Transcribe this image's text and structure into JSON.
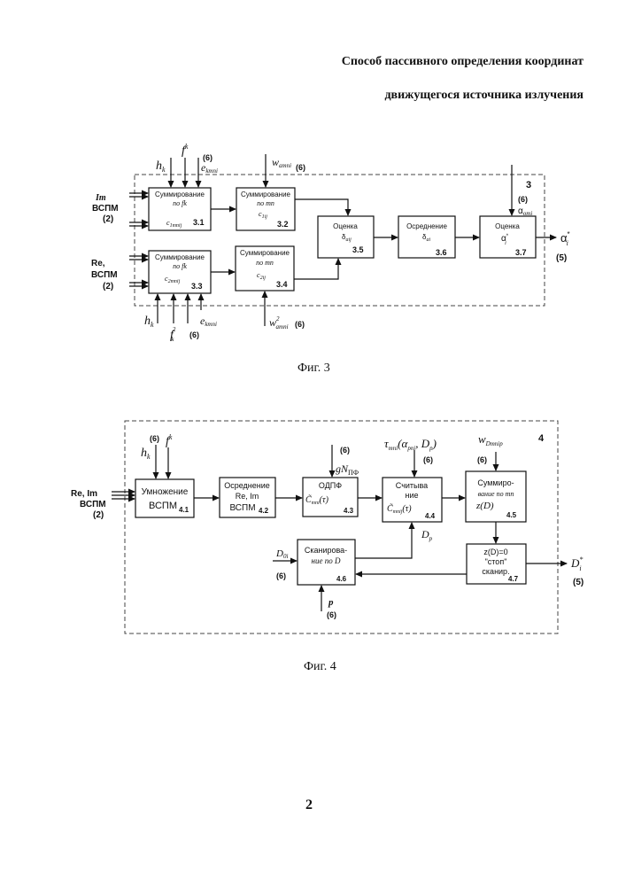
{
  "header": {
    "title_line1": "Способ пассивного определения координат",
    "title_line2": "движущегося источника излучения"
  },
  "fig3": {
    "caption": "Фиг. 3",
    "frame_label": "3",
    "inputs": {
      "im": "Im",
      "im_sub": "ВСПМ",
      "im_ref": "(2)",
      "re": "Re,",
      "re_sub": "ВСПМ",
      "re_ref": "(2)"
    },
    "top_signals": {
      "h": "h",
      "h_sub": "k",
      "f": "f",
      "f_sub": "k",
      "e": "e",
      "e_sub": "kmni",
      "ref": "(6)"
    },
    "bottom_signals": {
      "h": "h",
      "h_sub": "k",
      "f": "f",
      "f_sub": "k",
      "f_sup": "2",
      "e": "e",
      "e_sub": "kmni",
      "ref": "(6)"
    },
    "w_top": {
      "w": "w",
      "sub": "amni",
      "ref": "(6)"
    },
    "w_bottom": {
      "w": "w",
      "sup": "2",
      "sub": "amni",
      "ref": "(6)"
    },
    "alpha_in": {
      "ref": "(6)",
      "sym": "α",
      "sub": "omi"
    },
    "output": {
      "sym": "α",
      "sup": "*",
      "sub": "i",
      "ref": "(5)"
    },
    "blocks": {
      "b31": {
        "l1": "Суммирование",
        "l2": "по fk",
        "c": "c",
        "c_sub": "1mnij",
        "num": "3.1"
      },
      "b32": {
        "l1": "Суммирование",
        "l2": "по mn",
        "c": "c",
        "c_sub": "1ij",
        "num": "3.2"
      },
      "b33": {
        "l1": "Суммирование",
        "l2": "по fk",
        "c": "c",
        "c_sub": "2mnij",
        "num": "3.3"
      },
      "b34": {
        "l1": "Суммирование",
        "l2": "по mn",
        "c": "c",
        "c_sub": "2ij",
        "num": "3.4"
      },
      "b35": {
        "l1": "Оценка",
        "d": "δ",
        "d_sub": "aij",
        "num": "3.5"
      },
      "b36": {
        "l1": "Осреднение",
        "d": "δ",
        "d_sub": "ai",
        "num": "3.6"
      },
      "b37": {
        "l1": "Оценка",
        "a": "α",
        "a_sup": "*",
        "a_sub": "i",
        "num": "3.7"
      }
    }
  },
  "fig4": {
    "caption": "Фиг. 4",
    "frame_label": "4",
    "input": {
      "l1": "Re, Im",
      "l2": "ВСПМ",
      "ref": "(2)"
    },
    "signals": {
      "h": "h",
      "h_sub": "k",
      "f": "f",
      "f_sub": "k",
      "hf_ref": "(6)",
      "g": "gN",
      "g_sub": "ПФ",
      "g_ref": "(6)",
      "tau": "τ",
      "tau_sub": "mni",
      "tau_args": "(α",
      "tau_args_sub": "pni",
      "tau_args_end": ", D",
      "tau_args_sub2": "p",
      "tau_close": ")",
      "tau_ref": "(6)",
      "wd": "w",
      "wd_sub": "Dmnip",
      "wd_ref": "(6)",
      "dp": "D",
      "dp_sub": "p",
      "dsc": "D",
      "dsc_sub": "0i",
      "dsc_ref": "(6)",
      "p": "p",
      "p_ref": "(6)"
    },
    "output": {
      "sym": "D",
      "sup": "*",
      "sub": "i",
      "ref": "(5)"
    },
    "blocks": {
      "b41": {
        "l1": "Умножение",
        "l2": "ВСПМ",
        "num": "4.1"
      },
      "b42": {
        "l1": "Осреднение",
        "l2": "Re, Im",
        "l3": "ВСПМ",
        "num": "4.2"
      },
      "b43": {
        "l1": "ОДПФ",
        "c": "C̃",
        "c_sub": "mni",
        "c_arg": "(τ)",
        "num": "4.3"
      },
      "b44": {
        "l1": "Считыва",
        "l2": "ние",
        "c": "C̃",
        "c_sub": "mnij",
        "c_arg": "(τ)",
        "num": "4.4"
      },
      "b45": {
        "l1": "Суммиро-",
        "l2": "вание по mn",
        "z": "z(D)",
        "num": "4.5"
      },
      "b46": {
        "l1": "Сканирова-",
        "l2": "ние по D",
        "num": "4.6"
      },
      "b47": {
        "l1": "z(D)=0",
        "l2": "\"стоп\"",
        "l3": "сканир.",
        "num": "4.7"
      }
    }
  },
  "page_number": "2"
}
